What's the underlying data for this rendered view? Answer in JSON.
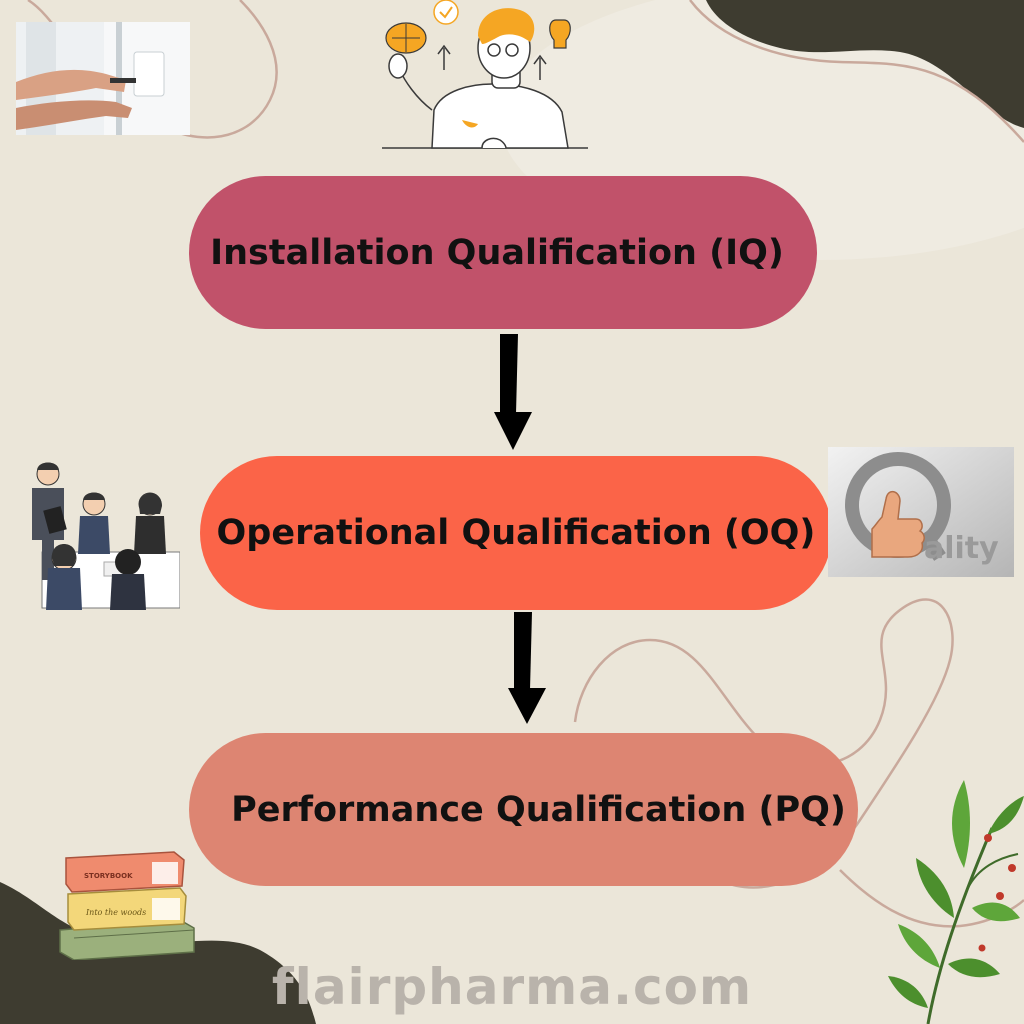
{
  "stages": [
    {
      "label": "Installation Qualification (IQ)",
      "color": "#c1526a"
    },
    {
      "label": "Operational Qualification (OQ)",
      "color": "#fb6448"
    },
    {
      "label": "Performance Qualification (PQ)",
      "color": "#dd8572"
    }
  ],
  "quality_badge": {
    "text": "ality"
  },
  "books": {
    "spine_text": "STORYBOOK",
    "middle_text": "Into the woods"
  },
  "watermark": "flairpharma.com",
  "colors": {
    "background": "#ebe6d9",
    "dark_blob": "#3e3c30",
    "curve_line": "#c9a99c",
    "arrow": "#000000",
    "watermark": "#b9b3ab"
  }
}
